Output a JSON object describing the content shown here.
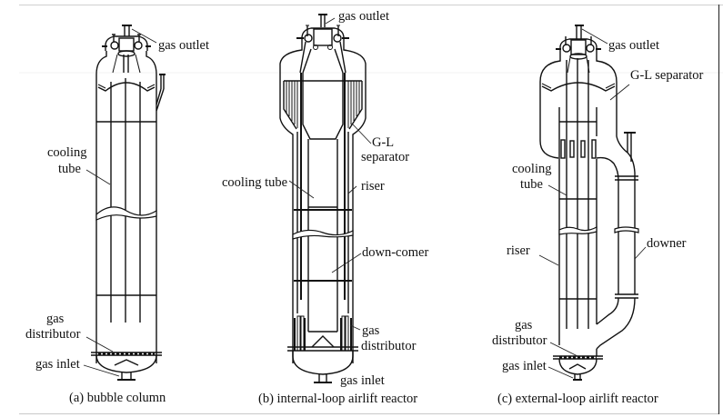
{
  "figure": {
    "panels": [
      {
        "id": "a",
        "caption": "(a) bubble column",
        "labels": {
          "gas_outlet": "gas outlet",
          "cooling_tube_1": "cooling",
          "cooling_tube_2": "tube",
          "gas_distributor_1": "gas",
          "gas_distributor_2": "distributor",
          "gas_inlet": "gas inlet"
        }
      },
      {
        "id": "b",
        "caption": "(b) internal-loop airlift reactor",
        "labels": {
          "gas_outlet": "gas outlet",
          "gl_separator_1": "G-L",
          "gl_separator_2": "separator",
          "cooling_tube": "cooling tube",
          "riser": "riser",
          "down_comer": "down-comer",
          "gas_distributor_1": "gas",
          "gas_distributor_2": "distributor",
          "gas_inlet": "gas inlet"
        }
      },
      {
        "id": "c",
        "caption": "(c) external-loop airlift reactor",
        "labels": {
          "gas_outlet": "gas outlet",
          "gl_separator": "G-L separator",
          "cooling_tube_1": "cooling",
          "cooling_tube_2": "tube",
          "riser": "riser",
          "downer": "downer",
          "gas_distributor_1": "gas",
          "gas_distributor_2": "distributor",
          "gas_inlet": "gas inlet"
        }
      }
    ],
    "colors": {
      "line": "#111111",
      "background": "#ffffff",
      "border": "#d8d8d8"
    }
  }
}
